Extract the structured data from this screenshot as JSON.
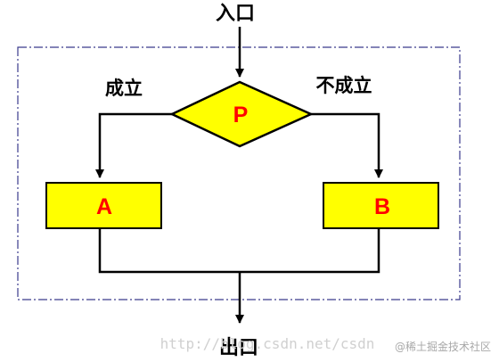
{
  "labels": {
    "entry": "入口",
    "exit": "出口",
    "condition_true": "成立",
    "condition_false": "不成立"
  },
  "nodes": {
    "decision": "P",
    "branch_a": "A",
    "branch_b": "B"
  },
  "watermark": {
    "url": "http://blog.csdn.net/csdn",
    "site": "@稀土掘金技术社区"
  },
  "colors": {
    "node_fill": "#ffff00",
    "node_text": "#ff0000",
    "frame": "#3a3a8c",
    "line": "#000000"
  }
}
